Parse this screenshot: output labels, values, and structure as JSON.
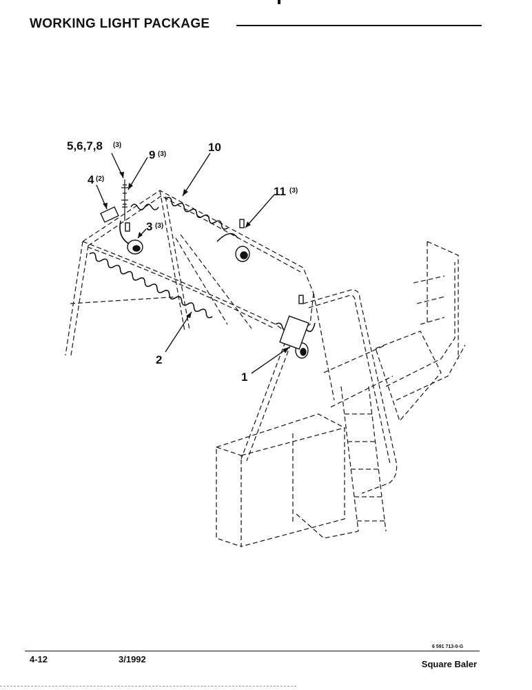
{
  "header": {
    "title": "WORKING LIGHT PACKAGE"
  },
  "diagram": {
    "callouts": [
      {
        "id": "c1",
        "label": "1",
        "qty": ""
      },
      {
        "id": "c2",
        "label": "2",
        "qty": ""
      },
      {
        "id": "c3",
        "label": "3",
        "qty": "(3)"
      },
      {
        "id": "c4",
        "label": "4",
        "qty": "(2)"
      },
      {
        "id": "c5",
        "label": "5,6,7,8",
        "qty": "(3)"
      },
      {
        "id": "c9",
        "label": "9",
        "qty": "(3)"
      },
      {
        "id": "c10",
        "label": "10",
        "qty": ""
      },
      {
        "id": "c11",
        "label": "11",
        "qty": "(3)"
      }
    ]
  },
  "footer": {
    "page_number": "4-12",
    "date": "3/1992",
    "part_code": "6 591 713-0-G",
    "product": "Square Baler"
  }
}
